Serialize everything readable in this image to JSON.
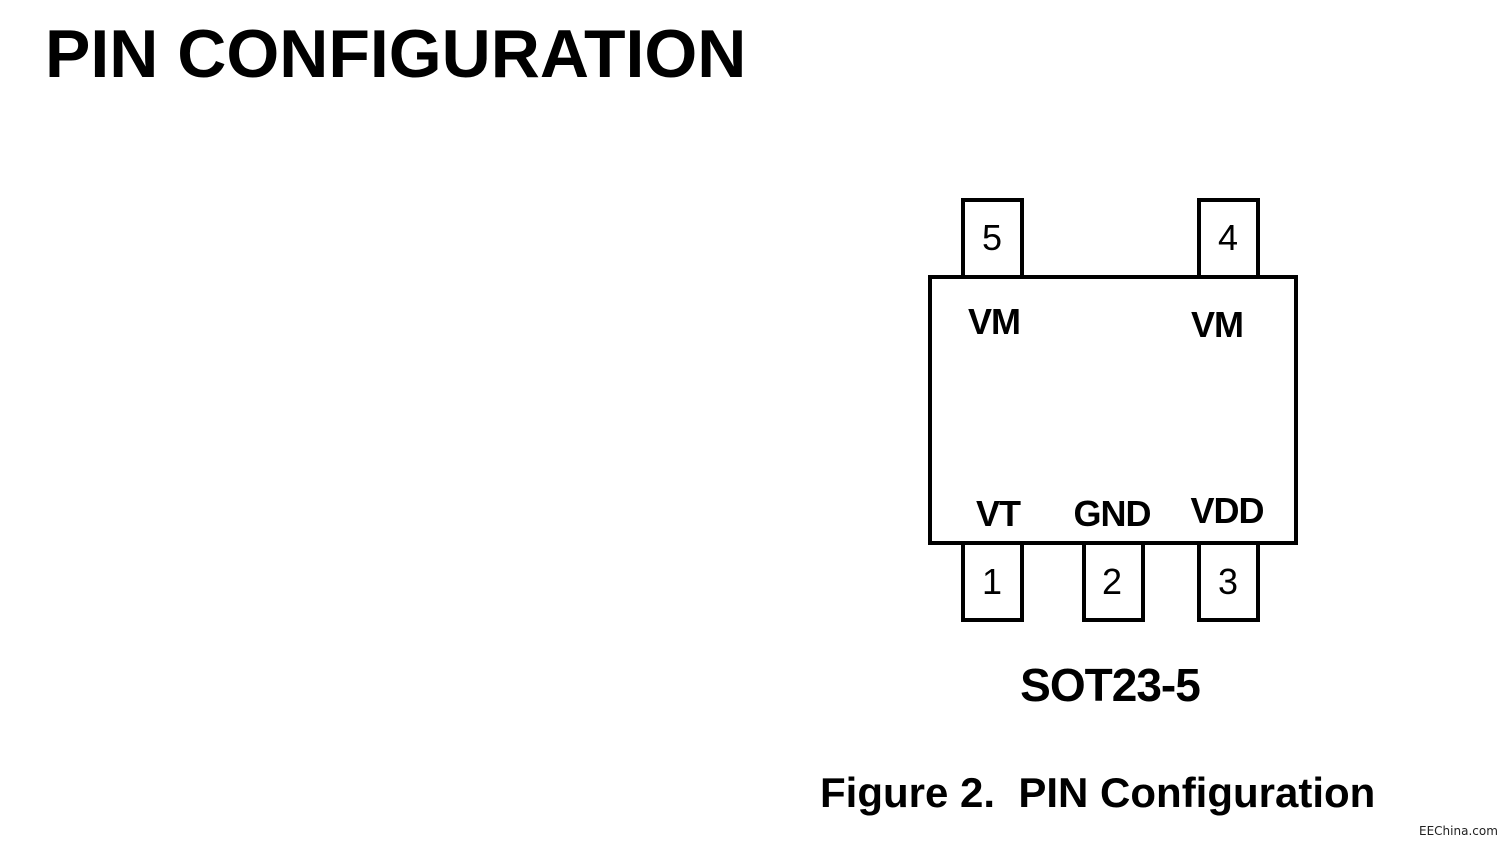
{
  "page": {
    "heading": "PIN CONFIGURATION",
    "caption": "Figure 2.  PIN Configuration",
    "watermark": "EEChina.com"
  },
  "package": {
    "name": "SOT23-5",
    "pins": [
      {
        "number": "1",
        "name": "VT",
        "side": "bottom"
      },
      {
        "number": "2",
        "name": "GND",
        "side": "bottom"
      },
      {
        "number": "3",
        "name": "VDD",
        "side": "bottom"
      },
      {
        "number": "4",
        "name": "VM",
        "side": "top"
      },
      {
        "number": "5",
        "name": "VM",
        "side": "top"
      }
    ]
  }
}
